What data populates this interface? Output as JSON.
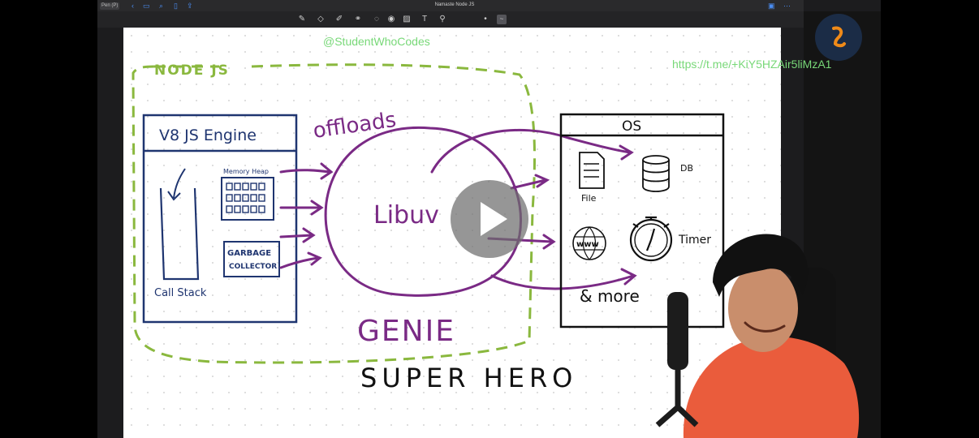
{
  "app": {
    "pen_badge": "Pen (P)",
    "document_title": "Namaste Node JS"
  },
  "toolbar": {
    "tools": [
      "pen-icon",
      "eraser-icon",
      "highlighter-icon",
      "lasso-icon",
      "shapes-icon",
      "record-icon",
      "image-icon",
      "text-box-icon",
      "link-icon",
      "more-icon",
      "color-icon"
    ]
  },
  "watermarks": {
    "handle": "@StudentWhoCodes",
    "telegram_link": "https://t.me/+KiY5HZAir5liMzA1"
  },
  "diagram": {
    "node_label": "NODE JS",
    "v8_title": "V8 JS Engine",
    "memory_heap": "Memory Heap",
    "garbage_line1": "GARBAGE",
    "garbage_line2": "COLLECTOR",
    "call_stack": "Call Stack",
    "offloads": "offloads",
    "libuv": "Libuv",
    "os_title": "OS",
    "file": "File",
    "db": "DB",
    "www": "www",
    "timer": "Timer",
    "more": "& more",
    "genie": "GENIE",
    "super_hero": "SUPER HERO"
  },
  "colors": {
    "ink_blue": "#1f3570",
    "ink_purple": "#7a2a85",
    "dash_green": "#8ab83e",
    "watermark_green": "#78d878",
    "shirt": "#ea5c3c"
  }
}
